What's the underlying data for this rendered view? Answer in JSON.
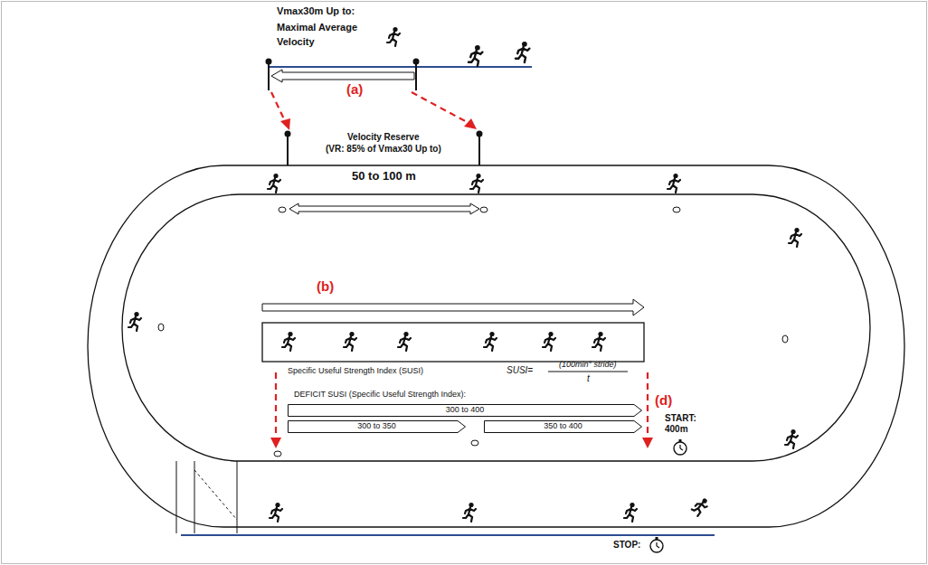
{
  "diagram": {
    "nodes": [
      {
        "text": [
          "300 to 400"
        ]
      },
      {
        "text": [
          "300 to 350"
        ]
      },
      {
        "text": [
          "350 to 400"
        ]
      }
    ],
    "labels": [
      "Vmax30m Up to:",
      "Maximal Average Velocity",
      "(a)",
      "Velocity Reserve",
      "(VR: 85% of Vmax30 Up to)",
      "50 to 100 m",
      "(b)",
      "Specific Useful Strength Index (SUSI)",
      "SUSI=",
      "(100min° stride)",
      "t",
      "DEFICIT SUSI (Specific Useful Strength Index):",
      "(d)",
      "START:",
      "400m",
      "STOP:"
    ]
  }
}
